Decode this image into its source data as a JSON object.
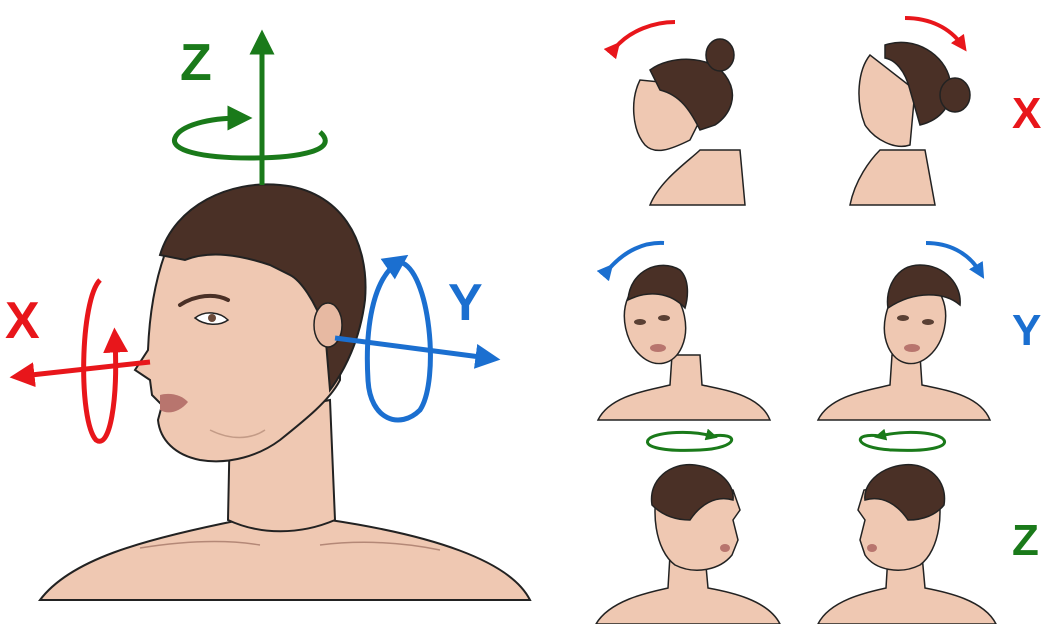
{
  "main_diagram": {
    "axes": [
      {
        "label": "Z",
        "color": "#1a7a1a"
      },
      {
        "label": "X",
        "color": "#e8161b"
      },
      {
        "label": "Y",
        "color": "#1b6fd0"
      }
    ]
  },
  "rotation_rows": [
    {
      "label": "X",
      "color": "#e8161b"
    },
    {
      "label": "Y",
      "color": "#1b6fd0"
    },
    {
      "label": "Z",
      "color": "#1a7a1a"
    }
  ],
  "palette": {
    "skin": "#efc8b2",
    "skin_shadow": "#dba891",
    "hair": "#4a3026",
    "lips": "#b8756e",
    "outline": "#222222"
  }
}
